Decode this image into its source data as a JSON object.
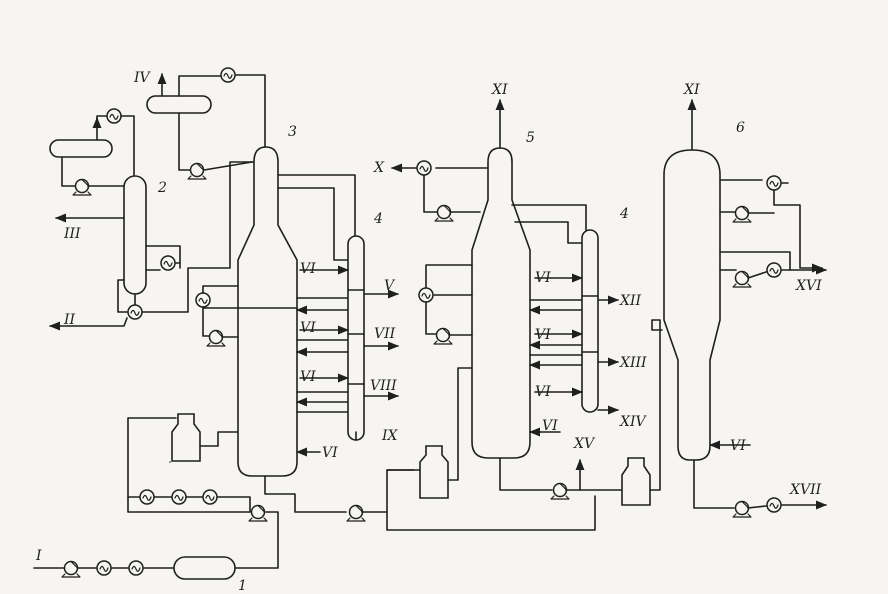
{
  "diagram": {
    "unit_numbers": {
      "u1": "1",
      "u2": "2",
      "u3": "3",
      "u4a": "4",
      "u4b": "4",
      "u5": "5",
      "u6": "6"
    },
    "stream_labels": {
      "feed_in": "I",
      "s_II": "II",
      "s_III": "III",
      "s_IV": "IV",
      "s_V": "V",
      "s_VI_1": "VI",
      "s_VI_2": "VI",
      "s_VI_3": "VI",
      "s_VI_4": "VI",
      "s_VI_5": "VI",
      "s_VI_6": "VI",
      "s_VI_7": "VI",
      "s_VI_8": "VI",
      "s_VI_9": "VI",
      "s_VII": "VII",
      "s_VIII": "VIII",
      "s_IX": "IX",
      "s_X": "X",
      "s_XI_1": "XI",
      "s_XI_2": "XI",
      "s_XII": "XII",
      "s_XIII": "XIII",
      "s_XIV": "XIV",
      "s_XV": "XV",
      "s_XVI": "XVI",
      "s_XVII": "XVII"
    }
  }
}
